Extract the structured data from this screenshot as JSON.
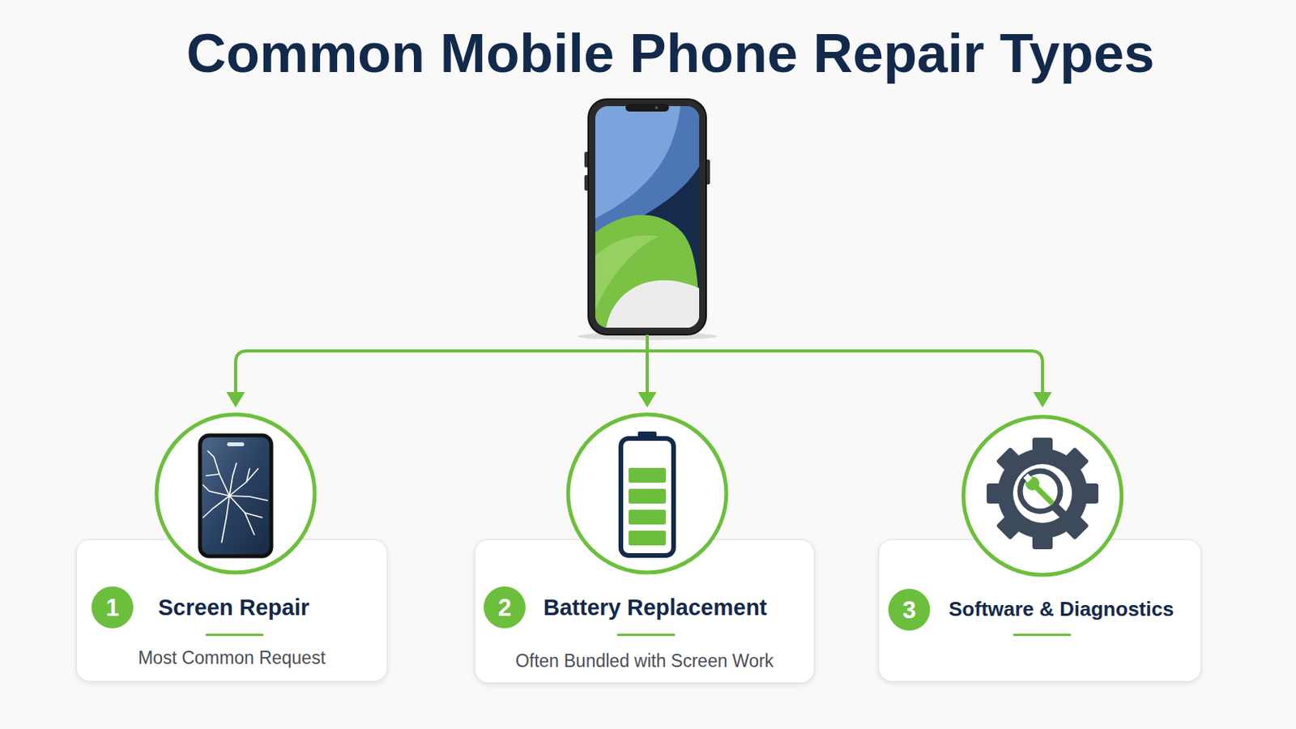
{
  "diagram": {
    "title": "Common Mobile Phone Repair Types",
    "nodes": [
      {
        "text": [
          "Screen Repair",
          "Most Common Request"
        ]
      },
      {
        "text": [
          "1"
        ],
        "in": 0
      },
      {
        "text": [
          "Battery Replacement",
          "Often Bundled with Screen Work"
        ]
      },
      {
        "text": [
          "2"
        ],
        "in": 2
      },
      {
        "text": [
          "Software & Diagnostics"
        ]
      },
      {
        "text": [
          "3"
        ],
        "in": 4
      }
    ]
  }
}
